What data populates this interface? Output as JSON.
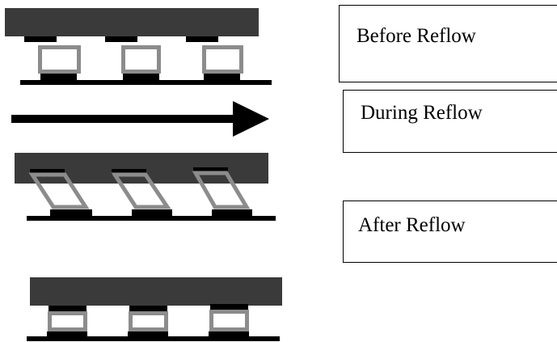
{
  "labels": {
    "before": "Before Reflow",
    "during": "During Reflow",
    "after": "After Reflow"
  },
  "colors": {
    "chip_body": "#3a3a3a",
    "pad": "#000000",
    "solder_joint": "#8c8c8c",
    "arrow": "#000000",
    "box_border": "#000000"
  }
}
